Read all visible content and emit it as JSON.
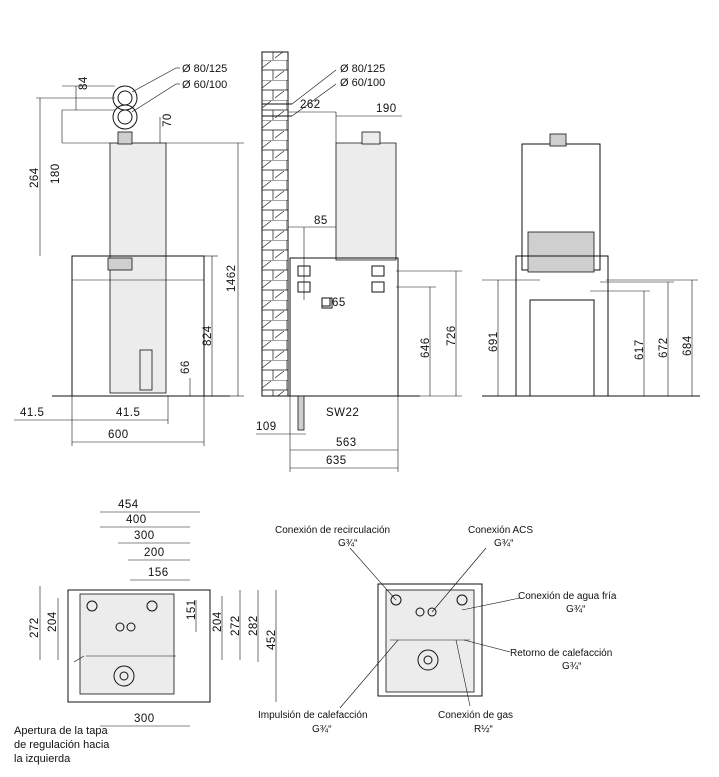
{
  "front_view": {
    "flue_outer": "Ø 80/125",
    "flue_inner": "Ø 60/100",
    "dims": {
      "d84": "84",
      "d70": "70",
      "d264": "264",
      "d180": "180",
      "d1462": "1462",
      "d824": "824",
      "d66": "66",
      "d41_5_left": "41.5",
      "d41_5_right": "41.5",
      "d600": "600"
    }
  },
  "side_view": {
    "flue_outer": "Ø 80/125",
    "flue_inner": "Ø 60/100",
    "dims": {
      "d262": "262",
      "d190": "190",
      "d85": "85",
      "d65": "65",
      "d646": "646",
      "d726": "726",
      "sw22": "SW22",
      "d109": "109",
      "d563": "563",
      "d635": "635"
    }
  },
  "rear_view": {
    "dims": {
      "d691": "691",
      "d617": "617",
      "d672": "672",
      "d684": "684"
    }
  },
  "bottom_view": {
    "dims": {
      "d454": "454",
      "d400": "400",
      "d300_top": "300",
      "d200": "200",
      "d156": "156",
      "d272_left": "272",
      "d204_left": "204",
      "d151": "151",
      "d204_right": "204",
      "d272_right": "272",
      "d282": "282",
      "d452": "452",
      "d300_bottom": "300"
    },
    "note_line1": "Apertura de la tapa",
    "note_line2": "de regulación hacia",
    "note_line3": "la izquierda"
  },
  "connections": {
    "recirculacion": {
      "label": "Conexión de recirculación",
      "thread": "G¾“"
    },
    "acs": {
      "label": "Conexión ACS",
      "thread": "G¾“"
    },
    "agua_fria": {
      "label": "Conexión de agua fría",
      "thread": "G¾“"
    },
    "retorno": {
      "label": "Retorno de calefacción",
      "thread": "G¾“"
    },
    "impulsion": {
      "label": "Impulsión de calefacción",
      "thread": "G¾“"
    },
    "gas": {
      "label": "Conexión de gas",
      "thread": "R½“"
    }
  }
}
